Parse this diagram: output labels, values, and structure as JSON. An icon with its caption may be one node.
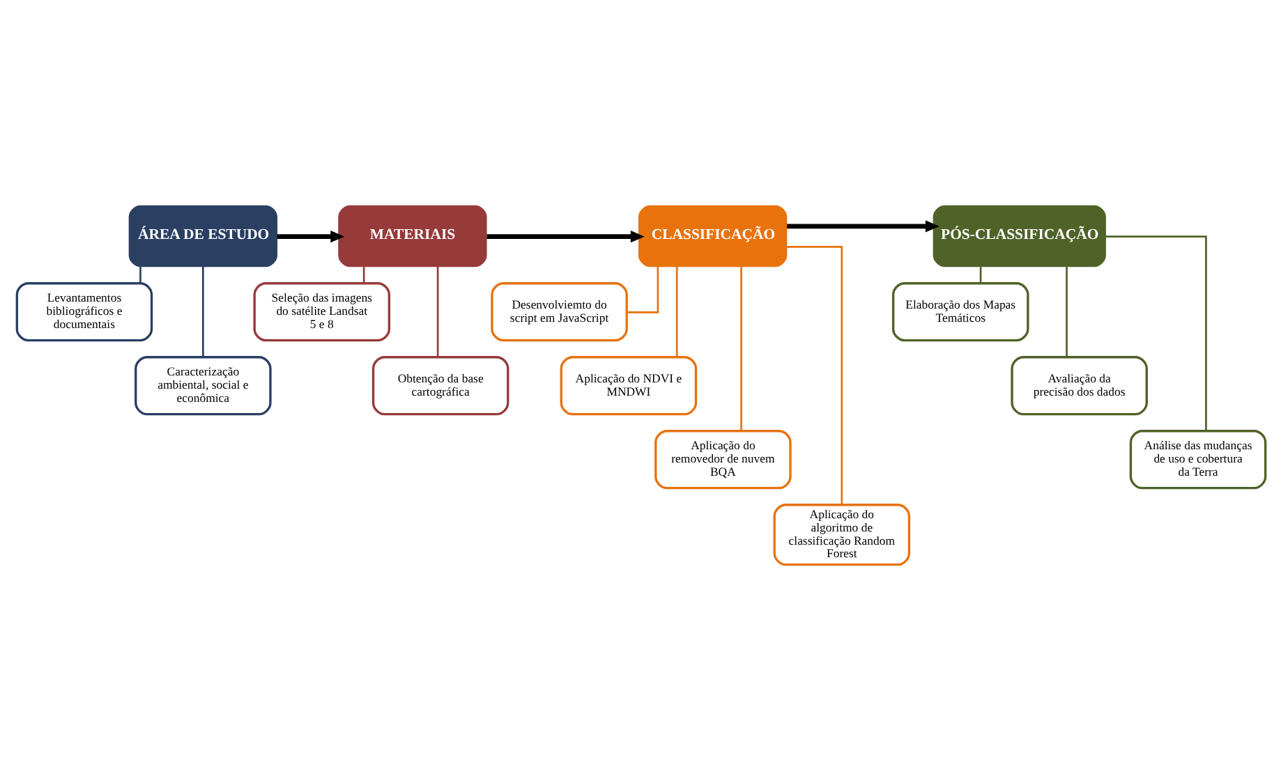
{
  "diagram": {
    "nodes": [
      {
        "text": [
          "ÁREA DE ESTUDO"
        ]
      },
      {
        "text": [
          "MATERIAIS"
        ]
      },
      {
        "text": [
          "CLASSIFICAÇÃO"
        ]
      },
      {
        "text": [
          "PÓS-CLASSIFICAÇÃO"
        ]
      },
      {
        "text": [
          "Levantamentos bibliográficos e documentais"
        ]
      },
      {
        "text": [
          "Caracterização ambiental, social e econômica"
        ]
      },
      {
        "text": [
          "Seleção das imagens do satélite Landsat 5 e 8"
        ]
      },
      {
        "text": [
          "Obtenção da base cartográfica"
        ]
      },
      {
        "text": [
          "Desenvolviemto do script em JavaScript"
        ]
      },
      {
        "text": [
          "Aplicação do NDVI e MNDWI"
        ]
      },
      {
        "text": [
          "Aplicação do removedor de nuvem BQA"
        ]
      },
      {
        "text": [
          "Aplicação do algoritmo de classificação Random Forest"
        ]
      },
      {
        "text": [
          "Elaboração dos Mapas Temáticos"
        ]
      },
      {
        "text": [
          "Avaliação da precisão dos dados"
        ]
      },
      {
        "text": [
          "Análise das mudanças de uso e cobertura da Terra"
        ]
      }
    ],
    "edges": [
      {
        "from": 0,
        "to": 1,
        "arrow": "to",
        "style": "thick",
        "color": "#000000"
      },
      {
        "from": 1,
        "to": 2,
        "arrow": "to",
        "style": "thick",
        "color": "#000000"
      },
      {
        "from": 2,
        "to": 3,
        "arrow": "to",
        "style": "thick",
        "color": "#000000"
      },
      {
        "from": 0,
        "to": 4,
        "arrow": "none",
        "color": "#2b3f63"
      },
      {
        "from": 0,
        "to": 5,
        "arrow": "none",
        "color": "#2b3f63"
      },
      {
        "from": 1,
        "to": 6,
        "arrow": "none",
        "color": "#963a3a"
      },
      {
        "from": 1,
        "to": 7,
        "arrow": "none",
        "color": "#963a3a"
      },
      {
        "from": 2,
        "to": 8,
        "arrow": "none",
        "color": "#e8720c"
      },
      {
        "from": 2,
        "to": 9,
        "arrow": "none",
        "color": "#e8720c"
      },
      {
        "from": 2,
        "to": 10,
        "arrow": "none",
        "color": "#e8720c"
      },
      {
        "from": 2,
        "to": 11,
        "arrow": "none",
        "color": "#e8720c"
      },
      {
        "from": 3,
        "to": 12,
        "arrow": "none",
        "color": "#4f6228"
      },
      {
        "from": 3,
        "to": 13,
        "arrow": "none",
        "color": "#4f6228"
      },
      {
        "from": 3,
        "to": 14,
        "arrow": "none",
        "color": "#4f6228"
      }
    ]
  }
}
